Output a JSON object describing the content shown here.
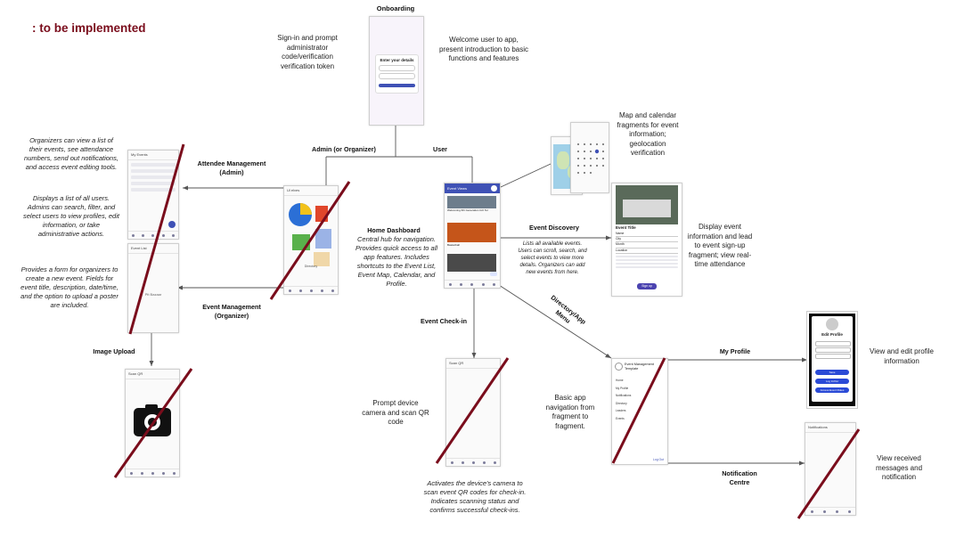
{
  "legend": {
    "text": ": to be implemented",
    "color": "#7a0d1c"
  },
  "labels": {
    "onboarding": "Onboarding",
    "admin_organizer": "Admin (or Organizer)",
    "user": "User",
    "attendee_management": "Attendee Management (Admin)",
    "event_management": "Event Management (Organizer)",
    "image_upload": "Image Upload",
    "home_dashboard": "Home Dashboard",
    "event_discovery": "Event Discovery",
    "event_checkin": "Event Check-in",
    "directory_menu": "Directory/App Menu",
    "my_profile": "My Profile",
    "notification_centre": "Notification Centre"
  },
  "descriptions": {
    "signin": "Sign-in and prompt administrator code/verification verification token",
    "welcome": "Welcome user to app, present introduction to basic functions and features",
    "organizers_view": "Organizers can view a list of their events, see attendance numbers, send out notifications, and access event editing tools.",
    "users_list": "Displays a list of all users. Admins can search, filter, and select users to view profiles, edit information, or take administrative actions.",
    "create_event": "Provides a form for organizers to create a new event. Fields for event title, description, date/time, and the option to upload a poster are included.",
    "home_dashboard": "Central hub for navigation. Provides quick access to all app features. Includes shortcuts to the Event List, Event Map, Calendar, and Profile.",
    "map_calendar": "Map and calendar fragments for event information; geolocation verification",
    "event_list": "Lists all available events. Users can scroll, search, and select events to view more details. Organizers can add new events from here.",
    "event_info": "Display event information and lead to event sign-up fragment; view real-time attendance",
    "scan_prompt": "Prompt device camera and scan QR code",
    "scan_detail": "Activates the device's camera to scan event QR codes for check-in. Indicates scanning status and confirms successful check-ins.",
    "basic_nav": "Basic app navigation from fragment to fragment.",
    "view_profile": "View and edit profile information",
    "view_messages": "View received messages and notification"
  },
  "screens": {
    "onboarding": {
      "title": "Enter your details",
      "button": ""
    },
    "organizer_list": {
      "title": "My Events"
    },
    "create_event": {
      "title": "Event List",
      "body": "Pit Bazaar"
    },
    "image_upload": {
      "title": "Scan QR"
    },
    "admin_home": {
      "title": "Ul elves",
      "caption": "Directory"
    },
    "home": {
      "title": "Event Views",
      "item1": "Welcoming 6th Generation GO Tel",
      "item2": "Basketball"
    },
    "event_detail": {
      "heading": "Event Title",
      "fields": [
        "Name",
        "City",
        "Month",
        "Location"
      ],
      "button": "Sign up"
    },
    "scan_qr": {
      "title": "Scan QR"
    },
    "menu": {
      "title": "Event Management Template",
      "items": [
        "Home",
        "My Profile",
        "Notifications",
        "Directory",
        "Leaders",
        "Events"
      ],
      "footer": "Log Out"
    },
    "profile": {
      "title": "Edit Profile",
      "buttons": [
        "Save",
        "Log In/Out",
        "Access Event Roles"
      ]
    },
    "notifications": {
      "title": "Notifications"
    }
  },
  "colors": {
    "accent": "#3f51b5",
    "cross": "#7a0d1c",
    "profile_button": "#2a4ad6"
  }
}
